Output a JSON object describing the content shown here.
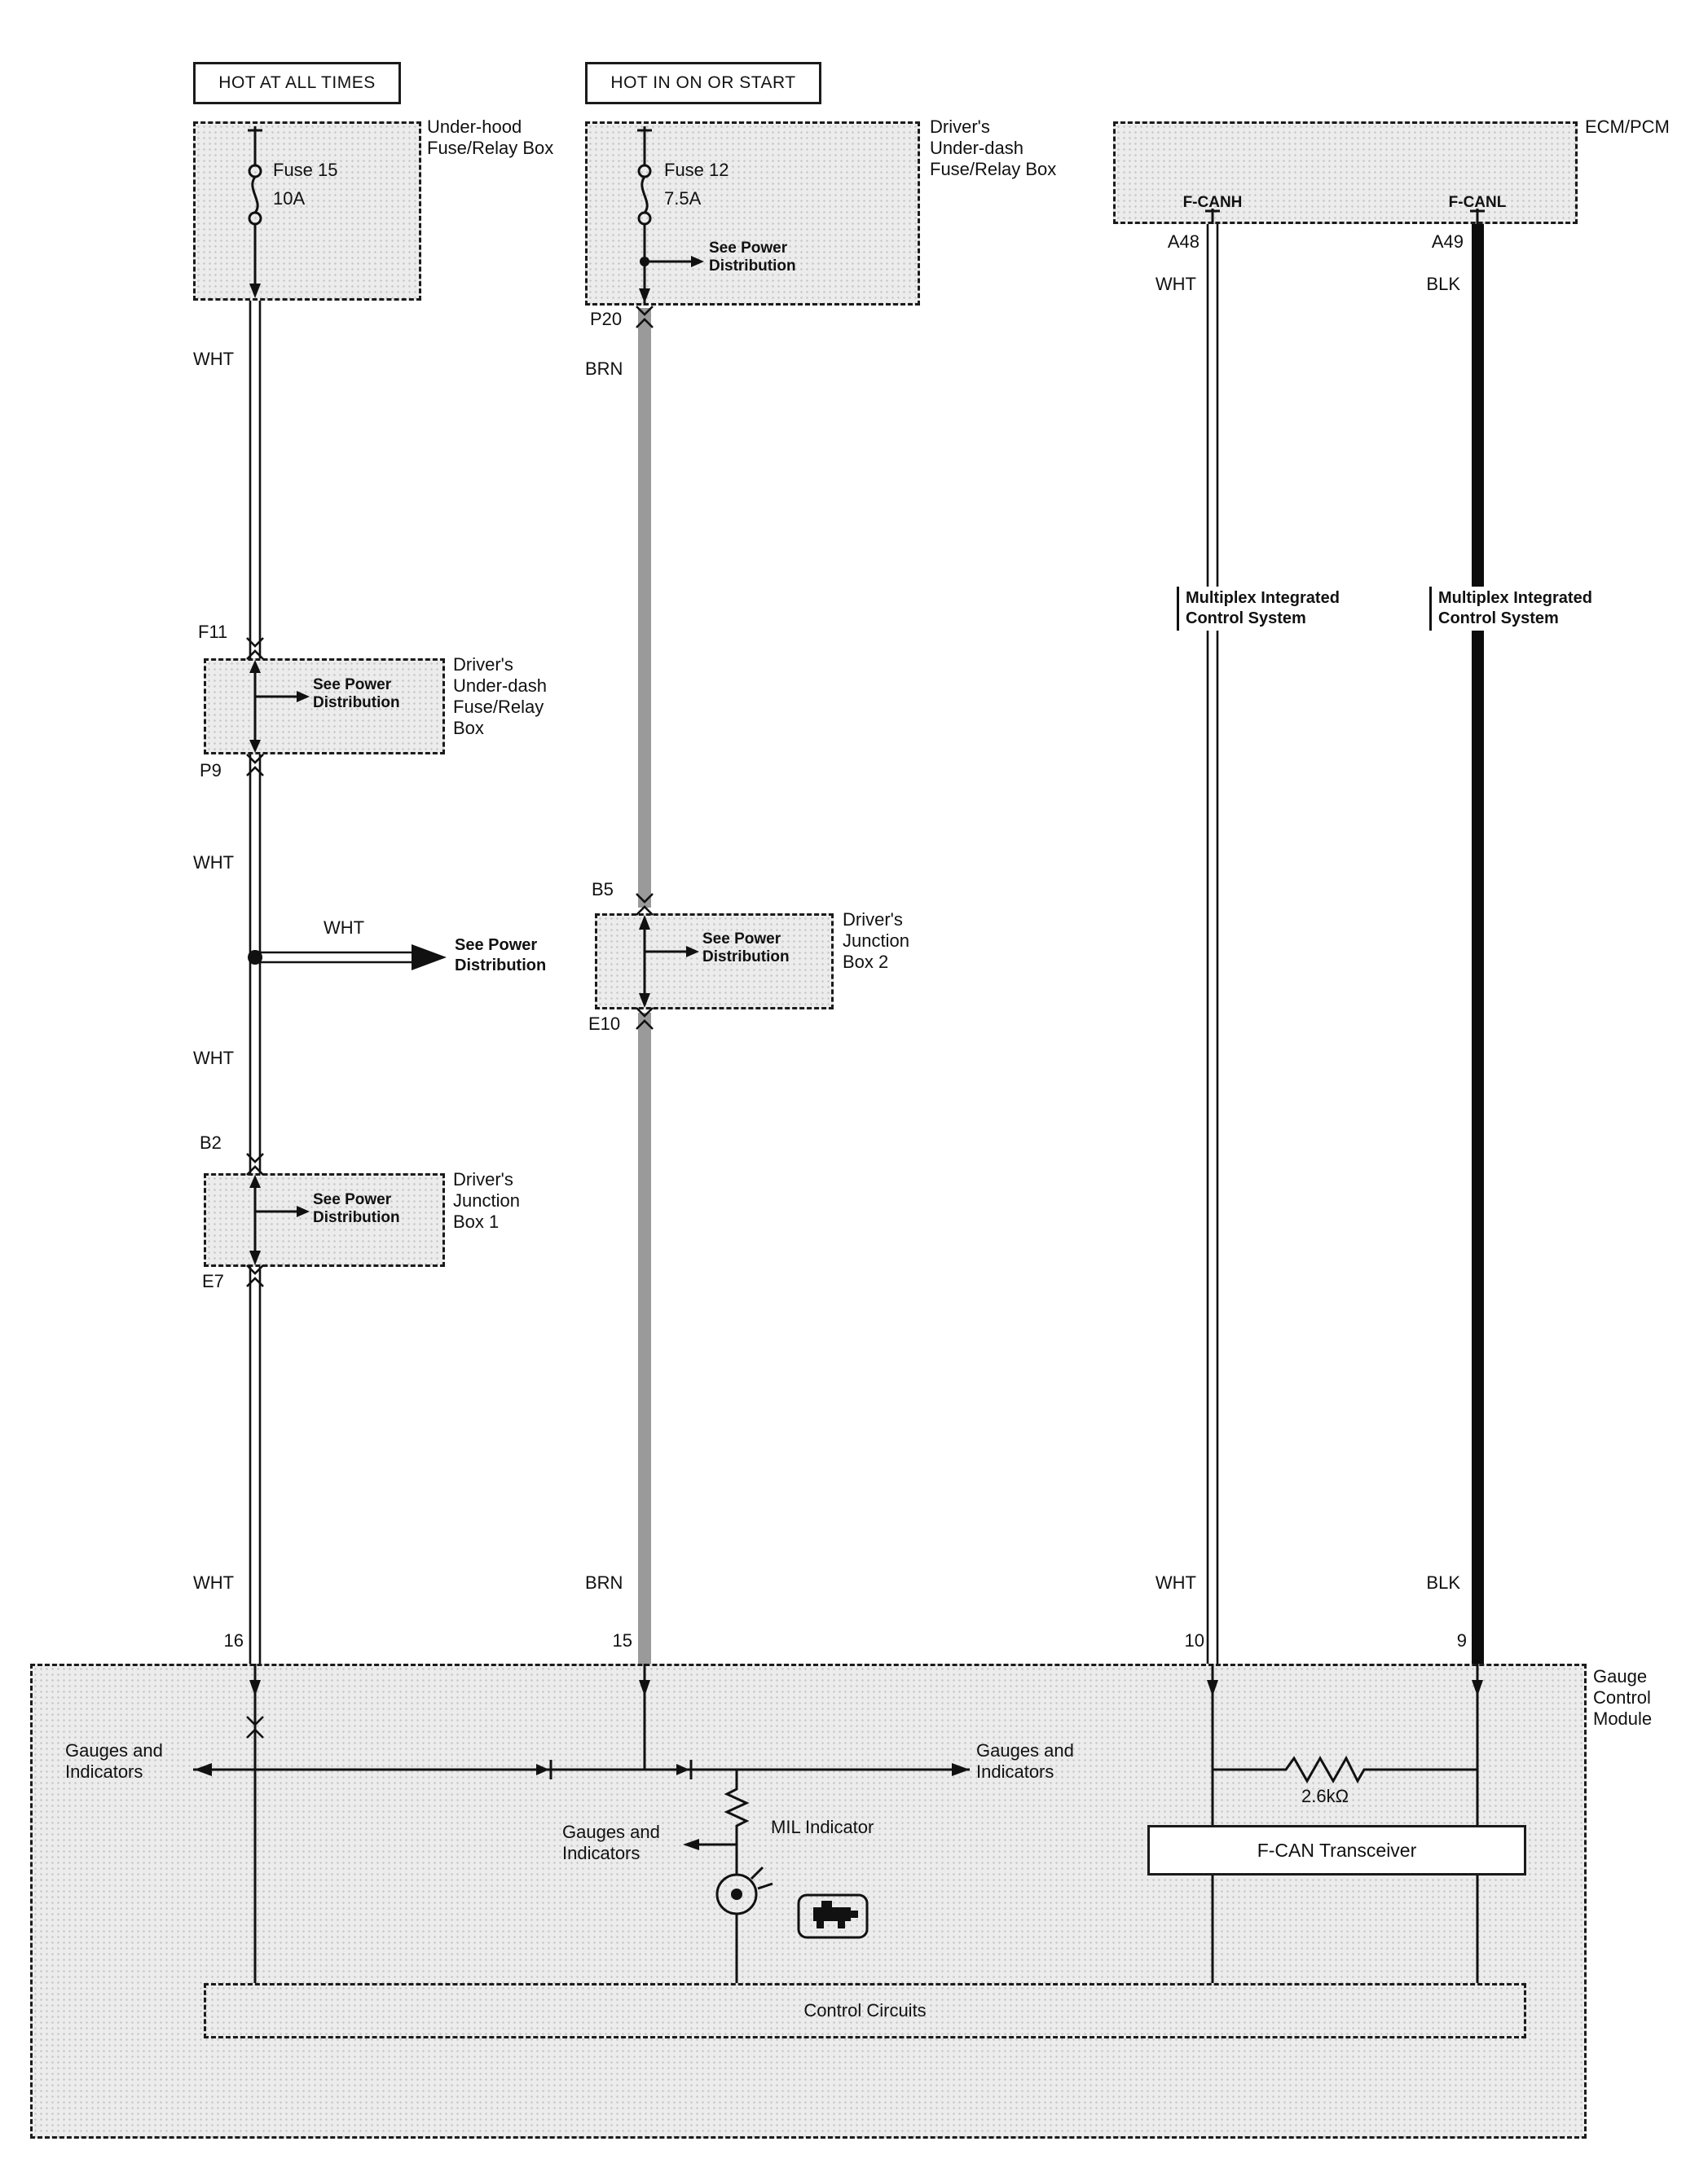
{
  "headers": {
    "hot_at_all_times": "HOT AT ALL TIMES",
    "hot_in_on_or_start": "HOT IN ON OR START"
  },
  "labels": {
    "underhood_box": "Under-hood\nFuse/Relay Box",
    "underdash_box_top": "Driver's\nUnder-dash\nFuse/Relay Box",
    "ecm_pcm": "ECM/PCM",
    "underdash_box_left": "Driver's\nUnder-dash\nFuse/Relay\nBox",
    "junction_box_1": "Driver's\nJunction\nBox 1",
    "junction_box_2": "Driver's\nJunction\nBox 2",
    "see_power_distribution": "See Power\nDistribution",
    "multiplex_system": "Multiplex Integrated\nControl System",
    "gauge_control_module": "Gauge\nControl\nModule",
    "gauges_and_indicators": "Gauges and\nIndicators",
    "mil_indicator": "MIL Indicator",
    "control_circuits": "Control Circuits",
    "f_can_transceiver": "F-CAN Transceiver",
    "resistor_value": "2.6kΩ"
  },
  "fuses": {
    "fuse15_name": "Fuse 15",
    "fuse15_rating": "10A",
    "fuse12_name": "Fuse 12",
    "fuse12_rating": "7.5A"
  },
  "pins": {
    "f11": "F11",
    "p9": "P9",
    "b2": "B2",
    "e7": "E7",
    "p20": "P20",
    "b5": "B5",
    "e10": "E10",
    "a48": "A48",
    "a49": "A49",
    "f_canh": "F-CANH",
    "f_canl": "F-CANL",
    "gauge_16": "16",
    "gauge_15": "15",
    "gauge_10": "10",
    "gauge_9": "9"
  },
  "wire_colors": {
    "wht": "WHT",
    "brn": "BRN",
    "blk": "BLK"
  },
  "colors": {
    "line": "#111111",
    "wire_gray": "#9a9a9a",
    "wire_black": "#0c0c0c",
    "shade_bg": "#ececec"
  }
}
